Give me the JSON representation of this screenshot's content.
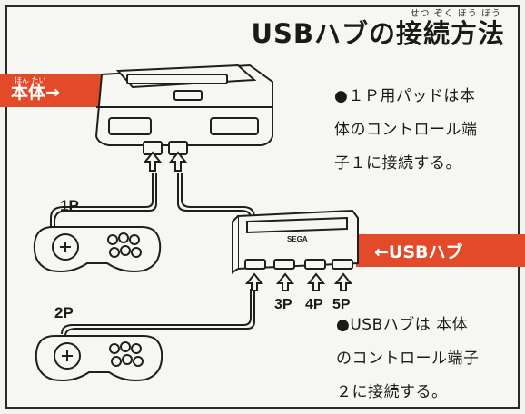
{
  "title": {
    "ruby": "せつ ぞく ほう ほう",
    "text": "USBハブの接続方法"
  },
  "left_tag": {
    "ruby": "ほん たい",
    "label": "本体→"
  },
  "right_tag": {
    "label": "←USBハブ"
  },
  "note1": {
    "line1": "●１Ｐ用パッドは本",
    "line2": "体のコントロール端",
    "line3": "子１に接続する。"
  },
  "note2": {
    "line1": "●USBハブは 本体",
    "line2": "のコントロール端子",
    "line3": "２に接続する。"
  },
  "ports": {
    "p1": "1P",
    "p2": "2P",
    "p3": "3P",
    "p4": "4P",
    "p5": "5P"
  },
  "hub_brand": "SEGA",
  "colors": {
    "accent": "#e24a2a",
    "line": "#1f1f1f",
    "background": "#f6f6f2"
  }
}
